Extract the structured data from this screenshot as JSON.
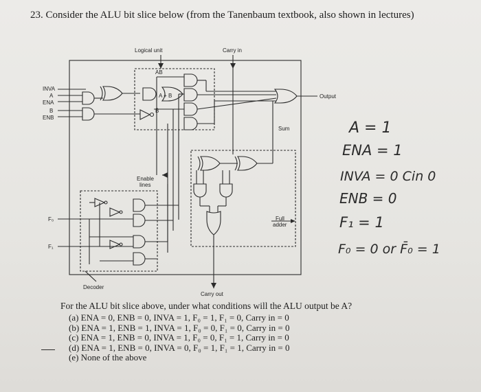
{
  "question": {
    "title": "23. Consider the ALU bit slice below (from the Tanenbaum textbook, also shown in lectures)",
    "prompt": "For the ALU bit slice above, under what conditions will the ALU output be A?",
    "options": [
      "(a) ENA = 0, ENB = 0, INVA = 1, F₀ = 1, F₁ = 0, Carry in = 0",
      "(b) ENA = 1, ENB = 1, INVA = 1, F₀ = 0, F₁ = 0, Carry in = 0",
      "(c) ENA = 1, ENB = 0, INVA = 1, F₀ = 0, F₁ = 1, Carry in = 0",
      "(d) ENA = 1, ENB = 0, INVA = 0, F₀ = 1, F₁ = 1, Carry in = 0",
      "(e) None of the above"
    ]
  },
  "diagram": {
    "labels": {
      "logical_unit": "Logical unit",
      "carry_in": "Carry in",
      "ab": "AB",
      "a_plus_b": "A + B",
      "b_bar": "B̄",
      "inva": "INVA",
      "a": "A",
      "ena": "ENA",
      "b": "B",
      "enb": "ENB",
      "output": "Output",
      "sum": "Sum",
      "enable_lines_1": "Enable",
      "enable_lines_2": "lines",
      "full_adder_1": "Full",
      "full_adder_2": "adder",
      "f0": "F₀",
      "f1": "F₁",
      "decoder": "Decoder",
      "carry_out": "Carry out"
    }
  },
  "annotations": {
    "notes": [
      "A = 1",
      "ENA = 1",
      "INVA = 0  Cin 0",
      "ENB = 0",
      "F₁ = 1",
      "F₀ = 0 or F̄₀ = 1"
    ]
  }
}
